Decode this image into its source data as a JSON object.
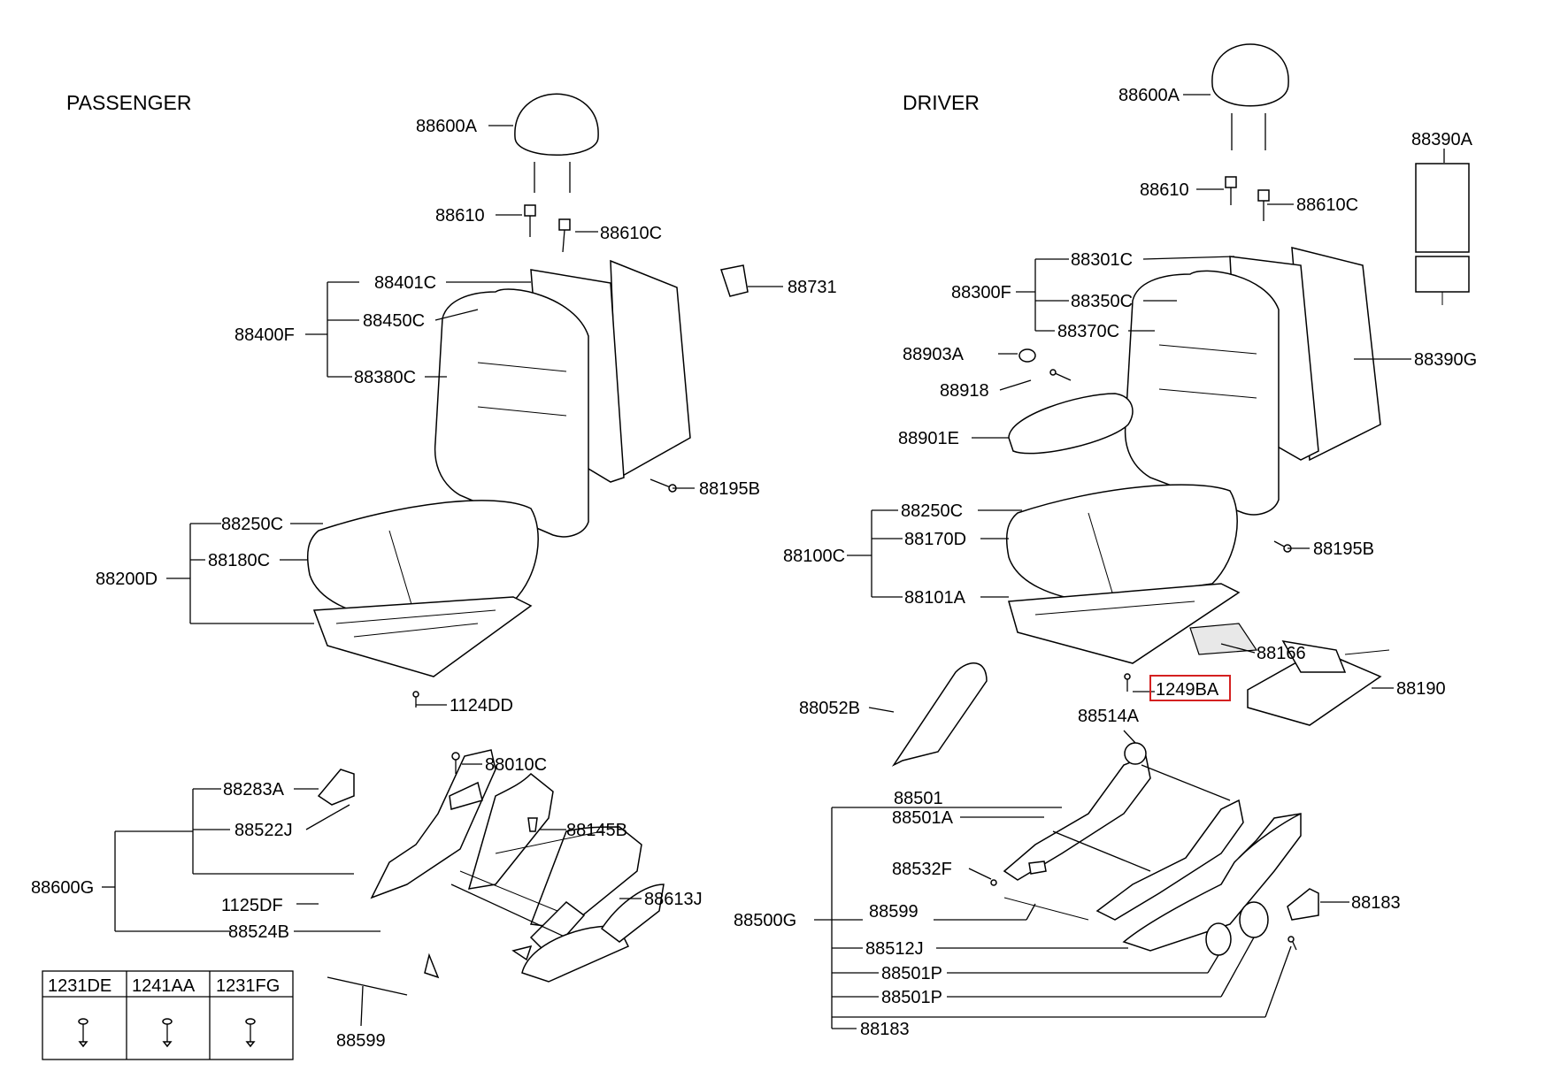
{
  "sections": {
    "passenger": "PASSENGER",
    "driver": "DRIVER"
  },
  "passenger": {
    "headrest": "88600A",
    "guide": "88610",
    "guide_lock": "88610C",
    "back_frame": "88401C",
    "back_assy": "88400F",
    "back_pad": "88450C",
    "back_cover": "88380C",
    "clip": "88731",
    "bolt_back": "88195B",
    "cushion_cover": "88250C",
    "cushion_pad": "88180C",
    "cushion_assy": "88200D",
    "screw_cushion": "1124DD",
    "bolt_track": "88010C",
    "knob": "88283A",
    "shield_inner": "88522J",
    "clip_track": "88145B",
    "track_assy": "88600G",
    "screw_df": "1125DF",
    "track_lever": "88524B",
    "shield_outer": "88613J",
    "wire": "88599"
  },
  "screw_table": {
    "headers": [
      "1231DE",
      "1241AA",
      "1231FG"
    ]
  },
  "driver": {
    "headrest": "88600A",
    "guide": "88610",
    "guide_lock": "88610C",
    "back_board": "88390A",
    "back_frame": "88301C",
    "back_assy": "88300F",
    "back_pad": "88350C",
    "back_cover": "88370C",
    "cap": "88903A",
    "screw_arm": "88918",
    "armrest": "88901E",
    "back_panel": "88390G",
    "cushion_cover": "88250C",
    "cushion_pad": "88170D",
    "cushion_assy": "88100C",
    "cushion_frame": "88101A",
    "bolt_cushion": "88195B",
    "pad": "88166",
    "mat_sensor": "88190",
    "shield_front": "88052B",
    "screw_cushion": "1249BA",
    "height_adjuster": "88514A",
    "track_lh": "88501",
    "track_rh": "88501A",
    "track_assy": "88500G",
    "spring": "88532F",
    "wire": "88599",
    "shield": "88512J",
    "knob_p1": "88501P",
    "knob_p2": "88501P",
    "cover_183a": "88183",
    "cover_183b": "88183"
  }
}
